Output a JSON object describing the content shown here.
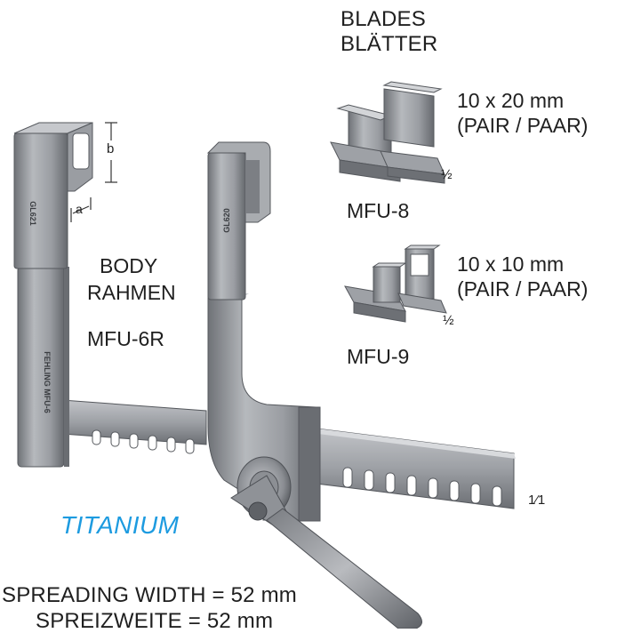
{
  "blades": {
    "heading_en": "BLADES",
    "heading_de": "BLÄTTER",
    "mfu8": {
      "size": "10 x 20 mm",
      "pair": "(PAIR / PAAR)",
      "scale": "½",
      "code": "MFU-8"
    },
    "mfu9": {
      "size": "10 x 10 mm",
      "pair": "(PAIR / PAAR)",
      "scale": "½",
      "code": "MFU-9"
    }
  },
  "body": {
    "label_en": "BODY",
    "label_de": "RAHMEN",
    "code": "MFU-6R",
    "scale": "1⁄1"
  },
  "engravings": {
    "left_blade": "GL621",
    "right_blade": "GL620",
    "left_arm": "FEHLING MFU-6"
  },
  "dimensions": {
    "a": "a",
    "b": "b"
  },
  "material": "TITANIUM",
  "spread": {
    "en": "SPREADING WIDTH = 52 mm",
    "de": "SPREIZWEITE = 52 mm"
  },
  "colors": {
    "titanium_text": "#1d9be0",
    "metal": "#8f9297",
    "metal_dark": "#5b5e63",
    "metal_light": "#c9cbce"
  },
  "icons": [
    "rack-teeth",
    "pinion-knob",
    "crank-handle"
  ]
}
